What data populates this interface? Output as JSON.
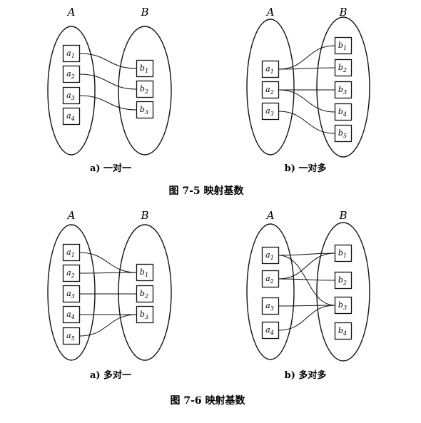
{
  "figures": [
    {
      "caption": "图 7-5    映射基数",
      "panels": [
        {
          "id": "p1",
          "caption": "a) 一对一",
          "set_a_label": "A",
          "set_b_label": "B",
          "a": [
            "a1",
            "a2",
            "a3",
            "a4"
          ],
          "b": [
            "b1",
            "b2",
            "b3"
          ],
          "links": [
            [
              0,
              0
            ],
            [
              1,
              1
            ],
            [
              2,
              2
            ]
          ]
        },
        {
          "id": "p2",
          "caption": "b) 一对多",
          "set_a_label": "A",
          "set_b_label": "B",
          "a": [
            "a1",
            "a2",
            "a3"
          ],
          "b": [
            "b1",
            "b2",
            "b3",
            "b4",
            "b5"
          ],
          "links": [
            [
              0,
              0
            ],
            [
              0,
              1
            ],
            [
              1,
              2
            ],
            [
              1,
              3
            ],
            [
              2,
              4
            ]
          ]
        }
      ]
    },
    {
      "caption": "图 7-6    映射基数",
      "panels": [
        {
          "id": "p3",
          "caption": "a) 多对一",
          "set_a_label": "A",
          "set_b_label": "B",
          "a": [
            "a1",
            "a2",
            "a3",
            "a4",
            "a5"
          ],
          "b": [
            "b1",
            "b2",
            "b3"
          ],
          "links": [
            [
              0,
              0
            ],
            [
              1,
              0
            ],
            [
              2,
              1
            ],
            [
              3,
              2
            ],
            [
              4,
              2
            ]
          ]
        },
        {
          "id": "p4",
          "caption": "b) 多对多",
          "set_a_label": "A",
          "set_b_label": "B",
          "a": [
            "a1",
            "a2",
            "a3",
            "a4"
          ],
          "b": [
            "b1",
            "b2",
            "b3",
            "b4"
          ],
          "links": [
            [
              0,
              0
            ],
            [
              0,
              2
            ],
            [
              1,
              0
            ],
            [
              2,
              2
            ],
            [
              3,
              2
            ],
            [
              1,
              1
            ]
          ]
        }
      ]
    }
  ]
}
